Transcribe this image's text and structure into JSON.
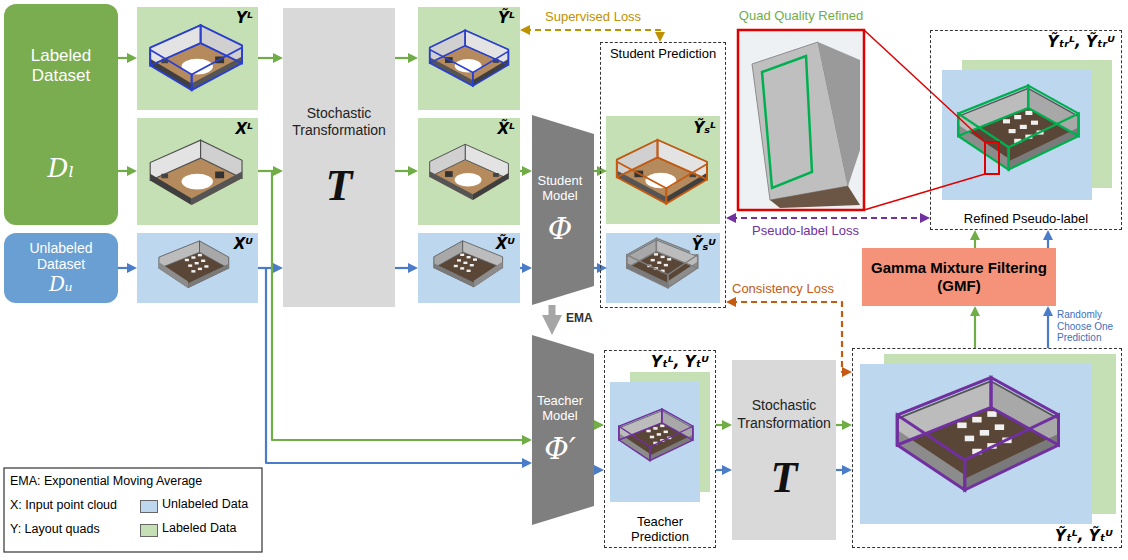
{
  "diagram": {
    "nodes": [
      {
        "text": [
          "Labeled Dataset",
          "Dₗ"
        ]
      },
      {
        "text": [
          "Unlabeled Dataset",
          "Dᵤ"
        ]
      },
      {
        "text": [
          "Yᴸ"
        ]
      },
      {
        "text": [
          "Xᴸ"
        ]
      },
      {
        "text": [
          "Xᵁ"
        ]
      },
      {
        "text": [
          "Stochastic Transformation",
          "T"
        ]
      },
      {
        "text": [
          "Ỹᴸ"
        ]
      },
      {
        "text": [
          "X̃ᴸ"
        ]
      },
      {
        "text": [
          "X̃ᵁ"
        ]
      },
      {
        "text": [
          "Student Model",
          "Φ"
        ]
      },
      {
        "text": [
          "Student Prediction"
        ]
      },
      {
        "text": [
          "Ỹₛᴸ"
        ],
        "in": 10
      },
      {
        "text": [
          "Ỹₛᵁ"
        ],
        "in": 10
      },
      {
        "text": [
          "Teacher Model",
          "Φ′"
        ]
      },
      {
        "text": [
          "Yₜᴸ, Yₜᵁ",
          "Teacher Prediction"
        ]
      },
      {
        "text": [
          "Stochastic Transformation",
          "T"
        ]
      },
      {
        "text": [
          "Ỹₜᴸ, Ỹₜᵁ"
        ]
      },
      {
        "text": [
          "Gamma Mixture Filtering (GMF)"
        ]
      },
      {
        "text": [
          "Quad Quality Refined"
        ]
      },
      {
        "text": [
          "Ỹₜᵣᴸ, Ỹₜᵣᵁ",
          "Refined Pseudo-label"
        ]
      }
    ],
    "edges": [
      {
        "from": 0,
        "to": 2,
        "arrow": "to"
      },
      {
        "from": 0,
        "to": 3,
        "arrow": "to"
      },
      {
        "from": 1,
        "to": 4,
        "arrow": "to"
      },
      {
        "from": 2,
        "to": 5,
        "arrow": "to"
      },
      {
        "from": 3,
        "to": 5,
        "arrow": "to"
      },
      {
        "from": 4,
        "to": 5,
        "arrow": "to"
      },
      {
        "from": 5,
        "to": 6,
        "arrow": "to"
      },
      {
        "from": 5,
        "to": 7,
        "arrow": "to"
      },
      {
        "from": 5,
        "to": 8,
        "arrow": "to"
      },
      {
        "from": 7,
        "to": 9,
        "arrow": "to"
      },
      {
        "from": 8,
        "to": 9,
        "arrow": "to"
      },
      {
        "from": 9,
        "to": 11,
        "arrow": "to"
      },
      {
        "from": 9,
        "to": 12,
        "arrow": "to"
      },
      {
        "from": 9,
        "to": 13,
        "arrow": "to",
        "label": "EMA"
      },
      {
        "from": 3,
        "to": 13,
        "arrow": "to"
      },
      {
        "from": 4,
        "to": 13,
        "arrow": "to"
      },
      {
        "from": 13,
        "to": 14,
        "arrow": "to"
      },
      {
        "from": 14,
        "to": 15,
        "arrow": "to"
      },
      {
        "from": 15,
        "to": 16,
        "arrow": "to"
      },
      {
        "from": 16,
        "to": 17,
        "arrow": "to",
        "label": "Randomly Choose One Prediction"
      },
      {
        "from": 17,
        "to": 19,
        "arrow": "to"
      },
      {
        "from": 6,
        "to": 10,
        "arrow": "both",
        "label": "Supervised Loss"
      },
      {
        "from": 10,
        "to": 19,
        "arrow": "both",
        "label": "Pseudo-label Loss"
      },
      {
        "from": 10,
        "to": 16,
        "arrow": "both",
        "label": "Consistency Loss"
      }
    ],
    "labels": [
      "EMA: Exponential Moving Average",
      "X: Input point cloud",
      "Y: Layout quads"
    ],
    "legend": [
      {
        "text": "Unlabeled Data",
        "color": "#bdd7ee"
      },
      {
        "text": "Labeled Data",
        "color": "#c5e0b4"
      }
    ]
  }
}
